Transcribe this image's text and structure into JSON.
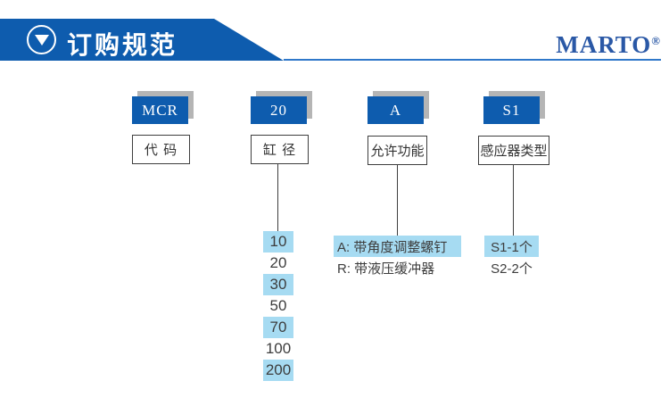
{
  "header": {
    "title": "订购规范",
    "logo": "MARTO",
    "logo_reg": "®"
  },
  "columns": [
    {
      "code": "MCR",
      "label": "代 码",
      "items": []
    },
    {
      "code": "20",
      "label": "缸 径",
      "items": [
        {
          "text": "10",
          "highlighted": true
        },
        {
          "text": "20",
          "highlighted": false
        },
        {
          "text": "30",
          "highlighted": true
        },
        {
          "text": "50",
          "highlighted": false
        },
        {
          "text": "70",
          "highlighted": true
        },
        {
          "text": "100",
          "highlighted": false
        },
        {
          "text": "200",
          "highlighted": true
        }
      ]
    },
    {
      "code": "A",
      "label": "允许功能",
      "items": [
        {
          "text": "A: 带角度调整螺钉",
          "highlighted": true
        },
        {
          "text": "R: 带液压缓冲器",
          "highlighted": false
        }
      ]
    },
    {
      "code": "S1",
      "label": "感应器类型",
      "items": [
        {
          "text": "S1-1个",
          "highlighted": true
        },
        {
          "text": "S2-2个",
          "highlighted": false
        }
      ]
    }
  ],
  "colors": {
    "primary_blue": "#0e5cae",
    "logo_blue": "#2a58a6",
    "underline_blue": "#2f78ca",
    "highlight_blue": "#a6dbf2",
    "shadow_gray": "#b5b5b5"
  }
}
